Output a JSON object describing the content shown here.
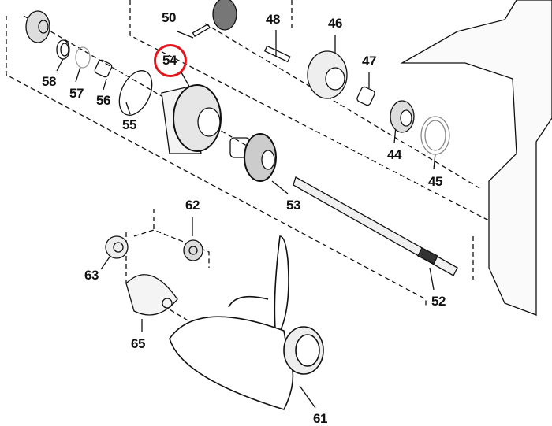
{
  "diagram": {
    "type": "exploded parts diagram - outboard lower unit propeller shaft",
    "highlight_color": "#e3141b",
    "highlighted_part": "54",
    "parts": [
      {
        "id": "p50",
        "label": "50"
      },
      {
        "id": "p48",
        "label": "48"
      },
      {
        "id": "p46",
        "label": "46"
      },
      {
        "id": "p54",
        "label": "54"
      },
      {
        "id": "p47",
        "label": "47"
      },
      {
        "id": "p58",
        "label": "58"
      },
      {
        "id": "p57",
        "label": "57"
      },
      {
        "id": "p56",
        "label": "56"
      },
      {
        "id": "p55",
        "label": "55"
      },
      {
        "id": "p44",
        "label": "44"
      },
      {
        "id": "p45",
        "label": "45"
      },
      {
        "id": "p53",
        "label": "53"
      },
      {
        "id": "p62",
        "label": "62"
      },
      {
        "id": "p63",
        "label": "63"
      },
      {
        "id": "p65",
        "label": "65"
      },
      {
        "id": "p52",
        "label": "52"
      },
      {
        "id": "p61",
        "label": "61"
      }
    ]
  }
}
